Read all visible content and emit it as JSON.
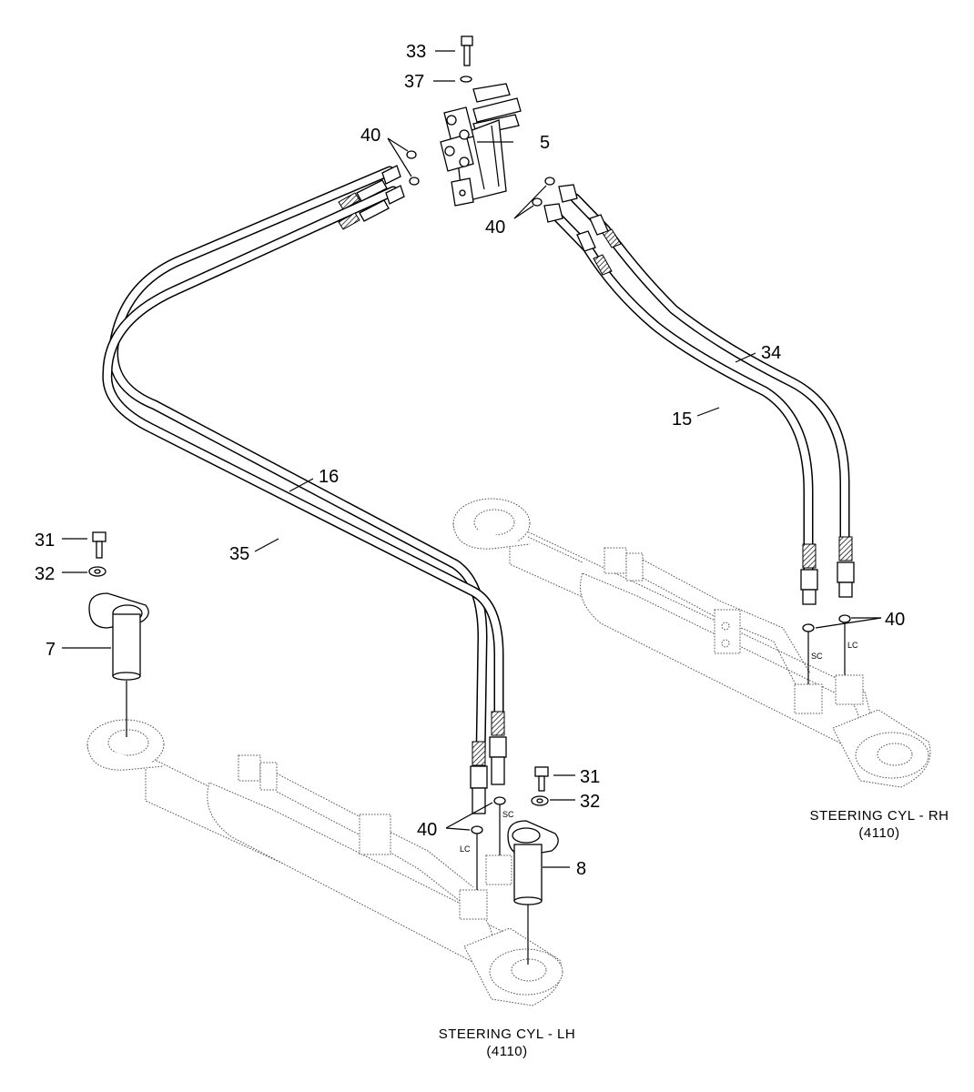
{
  "callouts": {
    "c33": "33",
    "c37": "37",
    "c40_top": "40",
    "c5": "5",
    "c40_mid": "40",
    "c34": "34",
    "c15": "15",
    "c16": "16",
    "c35": "35",
    "c31_left": "31",
    "c32_left": "32",
    "c7": "7",
    "c40_right": "40",
    "c31_right": "31",
    "c32_right": "32",
    "c40_bottom": "40",
    "c8": "8"
  },
  "ports": {
    "sc_right": "SC",
    "lc_right": "LC",
    "sc_left": "SC",
    "lc_left": "LC"
  },
  "captions": {
    "rh_title": "STEERING CYL - RH",
    "rh_code": "(4110)",
    "lh_title": "STEERING CYL - LH",
    "lh_code": "(4110)"
  }
}
